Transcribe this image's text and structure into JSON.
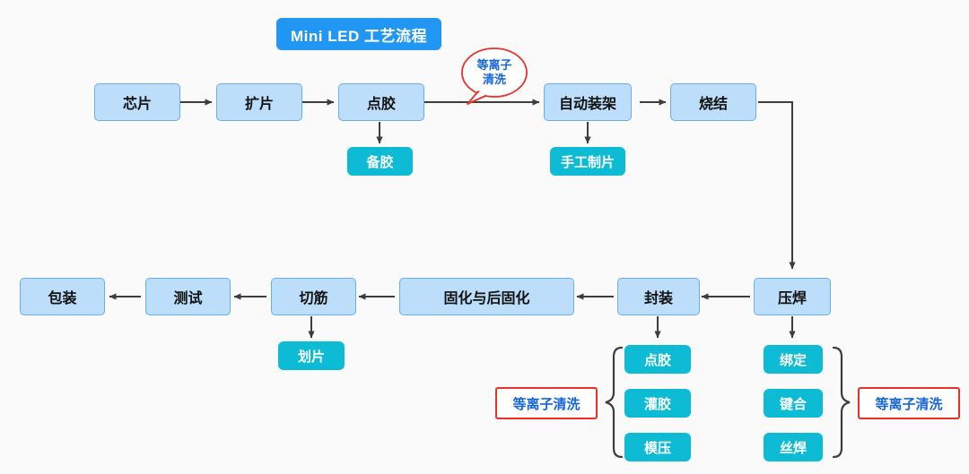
{
  "title": {
    "label": "Mini LED 工艺流程"
  },
  "colors": {
    "background": "#fafafa",
    "title_bg": "#2196f3",
    "node_fill": "#bcdefa",
    "node_border": "#67aef0",
    "sub_fill": "#0dbcd4",
    "tag_border": "#e8312a",
    "tag_text": "#1565d8",
    "arrow": "#3d3d3d"
  },
  "row1": {
    "nodes": [
      {
        "label": "芯片"
      },
      {
        "label": "扩片"
      },
      {
        "label": "点胶"
      },
      {
        "label": "自动装架"
      },
      {
        "label": "烧结"
      }
    ],
    "sub_nodes": [
      {
        "label": "备胶"
      },
      {
        "label": "手工制片"
      }
    ],
    "callout": {
      "line1": "等离子",
      "line2": "清洗"
    }
  },
  "row2": {
    "nodes": [
      {
        "label": "包装"
      },
      {
        "label": "测试"
      },
      {
        "label": "切筋"
      },
      {
        "label": "固化与后固化"
      },
      {
        "label": "封装"
      },
      {
        "label": "压焊"
      }
    ],
    "sub_nodes": [
      {
        "label": "划片"
      }
    ]
  },
  "encapsulation_group": {
    "items": [
      {
        "label": "点胶"
      },
      {
        "label": "灌胶"
      },
      {
        "label": "模压"
      }
    ],
    "tag": "等离子清洗"
  },
  "bonding_group": {
    "items": [
      {
        "label": "绑定"
      },
      {
        "label": "键合"
      },
      {
        "label": "丝焊"
      }
    ],
    "tag": "等离子清洗"
  }
}
